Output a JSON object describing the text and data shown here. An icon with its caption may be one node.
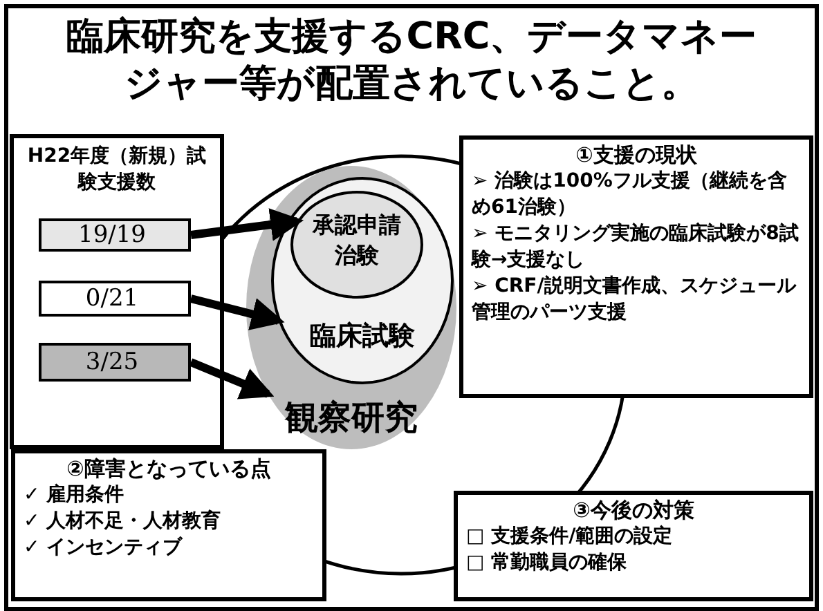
{
  "diagram": {
    "title": "臨床研究を支援するCRC、データマネージャー等が配置されていること。",
    "nodes": [
      {
        "text": [
          "H22年度（新規）試験支援数"
        ]
      },
      {
        "text": [
          "19/19"
        ],
        "in": 0
      },
      {
        "text": [
          "0/21"
        ],
        "in": 0
      },
      {
        "text": [
          "3/25"
        ],
        "in": 0
      },
      {
        "text": [
          "観察研究"
        ]
      },
      {
        "text": [
          "臨床試験"
        ],
        "in": 4
      },
      {
        "text": [
          "承認申請治験"
        ],
        "in": 5
      },
      {
        "text": [
          "①支援の現状",
          "➢ 治験は100%フル支援（継続を含め61治験）",
          "➢ モニタリング実施の臨床試験が8試験→支援なし",
          "➢ CRF/説明文書作成、スケジュール管理のパーツ支援"
        ]
      },
      {
        "text": [
          "②障害となっている点",
          "✓ 雇用条件",
          "✓ 人材不足・人材教育",
          "✓ インセンティブ"
        ]
      },
      {
        "text": [
          "③今後の対策",
          "□ 支援条件/範囲の設定",
          "□ 常勤職員の確保"
        ]
      }
    ],
    "edges": [
      {
        "from": 1,
        "to": 6,
        "arrow": "to"
      },
      {
        "from": 2,
        "to": 5,
        "arrow": "to"
      },
      {
        "from": 3,
        "to": 4,
        "arrow": "to"
      }
    ]
  }
}
